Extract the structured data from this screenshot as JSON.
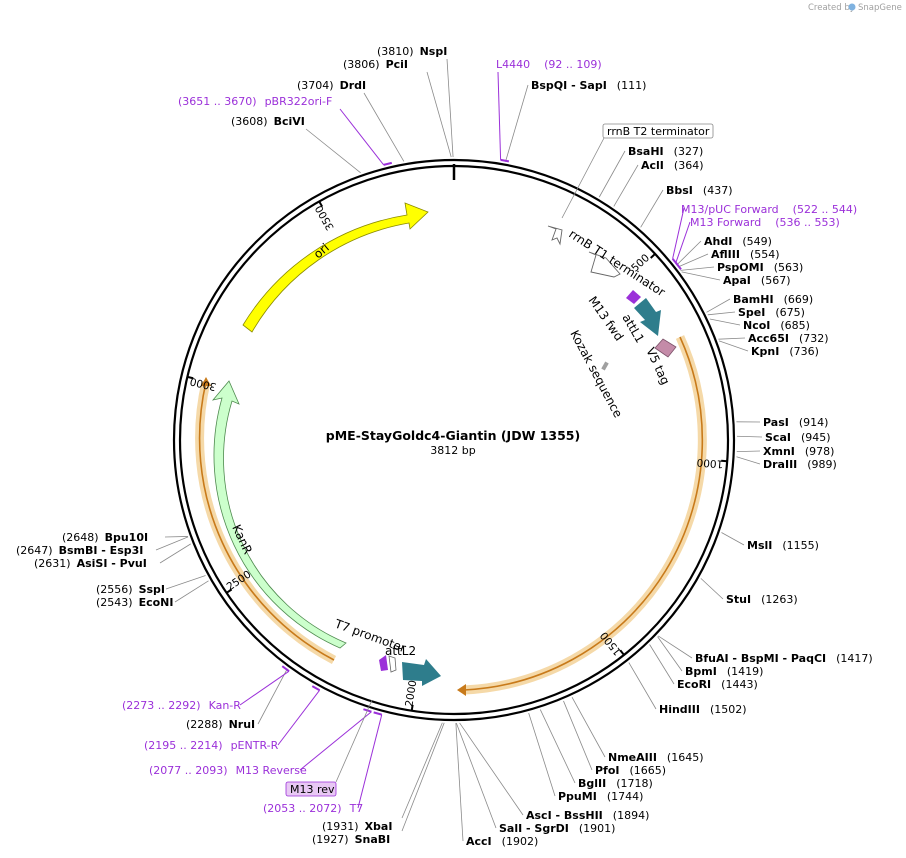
{
  "credit": "Created by",
  "credit_brand": "SnapGene",
  "plasmid": {
    "name": "pME-StayGoldc4-Giantin (JDW 1355)",
    "size_label": "3812 bp",
    "length": 3812
  },
  "colors": {
    "ori": "#ffff00",
    "kanR": "#ccffcc",
    "attL": "#2e7d8c",
    "orf_band": "#f5d9a8",
    "primer": "#9b30d9",
    "v5": "#c48ba8",
    "kozak": "#a0a0a0",
    "backbone": "#000000"
  },
  "ticks": [
    "500",
    "1000",
    "1500",
    "2000",
    "2500",
    "3000",
    "3500"
  ],
  "sites": [
    {
      "name": "NspI",
      "pos": "(3810)"
    },
    {
      "name": "PciI",
      "pos": "(3806)"
    },
    {
      "name": "DrdI",
      "pos": "(3704)"
    },
    {
      "name": "BciVI",
      "pos": "(3608)"
    },
    {
      "name": "BspQI - SapI",
      "pos": "(111)"
    },
    {
      "name": "BsaHI",
      "pos": "(327)"
    },
    {
      "name": "AclI",
      "pos": "(364)"
    },
    {
      "name": "BbsI",
      "pos": "(437)"
    },
    {
      "name": "AhdI",
      "pos": "(549)"
    },
    {
      "name": "AflIII",
      "pos": "(554)"
    },
    {
      "name": "PspOMI",
      "pos": "(563)"
    },
    {
      "name": "ApaI",
      "pos": "(567)"
    },
    {
      "name": "BamHI",
      "pos": "(669)"
    },
    {
      "name": "SpeI",
      "pos": "(675)"
    },
    {
      "name": "NcoI",
      "pos": "(685)"
    },
    {
      "name": "Acc65I",
      "pos": "(732)"
    },
    {
      "name": "KpnI",
      "pos": "(736)"
    },
    {
      "name": "PasI",
      "pos": "(914)"
    },
    {
      "name": "ScaI",
      "pos": "(945)"
    },
    {
      "name": "XmnI",
      "pos": "(978)"
    },
    {
      "name": "DraIII",
      "pos": "(989)"
    },
    {
      "name": "MslI",
      "pos": "(1155)"
    },
    {
      "name": "StuI",
      "pos": "(1263)"
    },
    {
      "name": "BfuAI - BspMI - PaqCI",
      "pos": "(1417)"
    },
    {
      "name": "BpmI",
      "pos": "(1419)"
    },
    {
      "name": "EcoRI",
      "pos": "(1443)"
    },
    {
      "name": "HindIII",
      "pos": "(1502)"
    },
    {
      "name": "NmeAIII",
      "pos": "(1645)"
    },
    {
      "name": "PfoI",
      "pos": "(1665)"
    },
    {
      "name": "BglII",
      "pos": "(1718)"
    },
    {
      "name": "PpuMI",
      "pos": "(1744)"
    },
    {
      "name": "AscI - BssHII",
      "pos": "(1894)"
    },
    {
      "name": "SalI - SgrDI",
      "pos": "(1901)"
    },
    {
      "name": "AccI",
      "pos": "(1902)"
    },
    {
      "name": "XbaI",
      "pos": "(1931)"
    },
    {
      "name": "SnaBI",
      "pos": "(1927)"
    },
    {
      "name": "NruI",
      "pos": "(2288)"
    },
    {
      "name": "SspI",
      "pos": "(2556)"
    },
    {
      "name": "EcoNI",
      "pos": "(2543)"
    },
    {
      "name": "Bpu10I",
      "pos": "(2648)"
    },
    {
      "name": "BsmBI - Esp3I",
      "pos": "(2647)"
    },
    {
      "name": "AsiSI - PvuI",
      "pos": "(2631)"
    }
  ],
  "primers": [
    {
      "name": "L4440",
      "range": "(92 .. 109)"
    },
    {
      "name": "pBR322ori-F",
      "range": "(3651 .. 3670)"
    },
    {
      "name": "M13/pUC Forward",
      "range": "(522 .. 544)"
    },
    {
      "name": "M13 Forward",
      "range": "(536 .. 553)"
    },
    {
      "name": "Kan-R",
      "range": "(2273 .. 2292)"
    },
    {
      "name": "pENTR-R",
      "range": "(2195 .. 2214)"
    },
    {
      "name": "M13 Reverse",
      "range": "(2077 .. 2093)"
    },
    {
      "name": "T7",
      "range": "(2053 .. 2072)"
    }
  ],
  "features": {
    "rrnB_T2": "rrnB T2 terminator",
    "rrnB_T1": "rrnB T1 terminator",
    "m13_fwd": "M13 fwd",
    "attL1": "attL1",
    "v5": "V5 tag",
    "kozak": "Kozak sequence",
    "ori": "ori",
    "kanR": "KanR",
    "t7": "T7 promoter",
    "attL2": "attL2",
    "m13_rev": "M13 rev"
  }
}
